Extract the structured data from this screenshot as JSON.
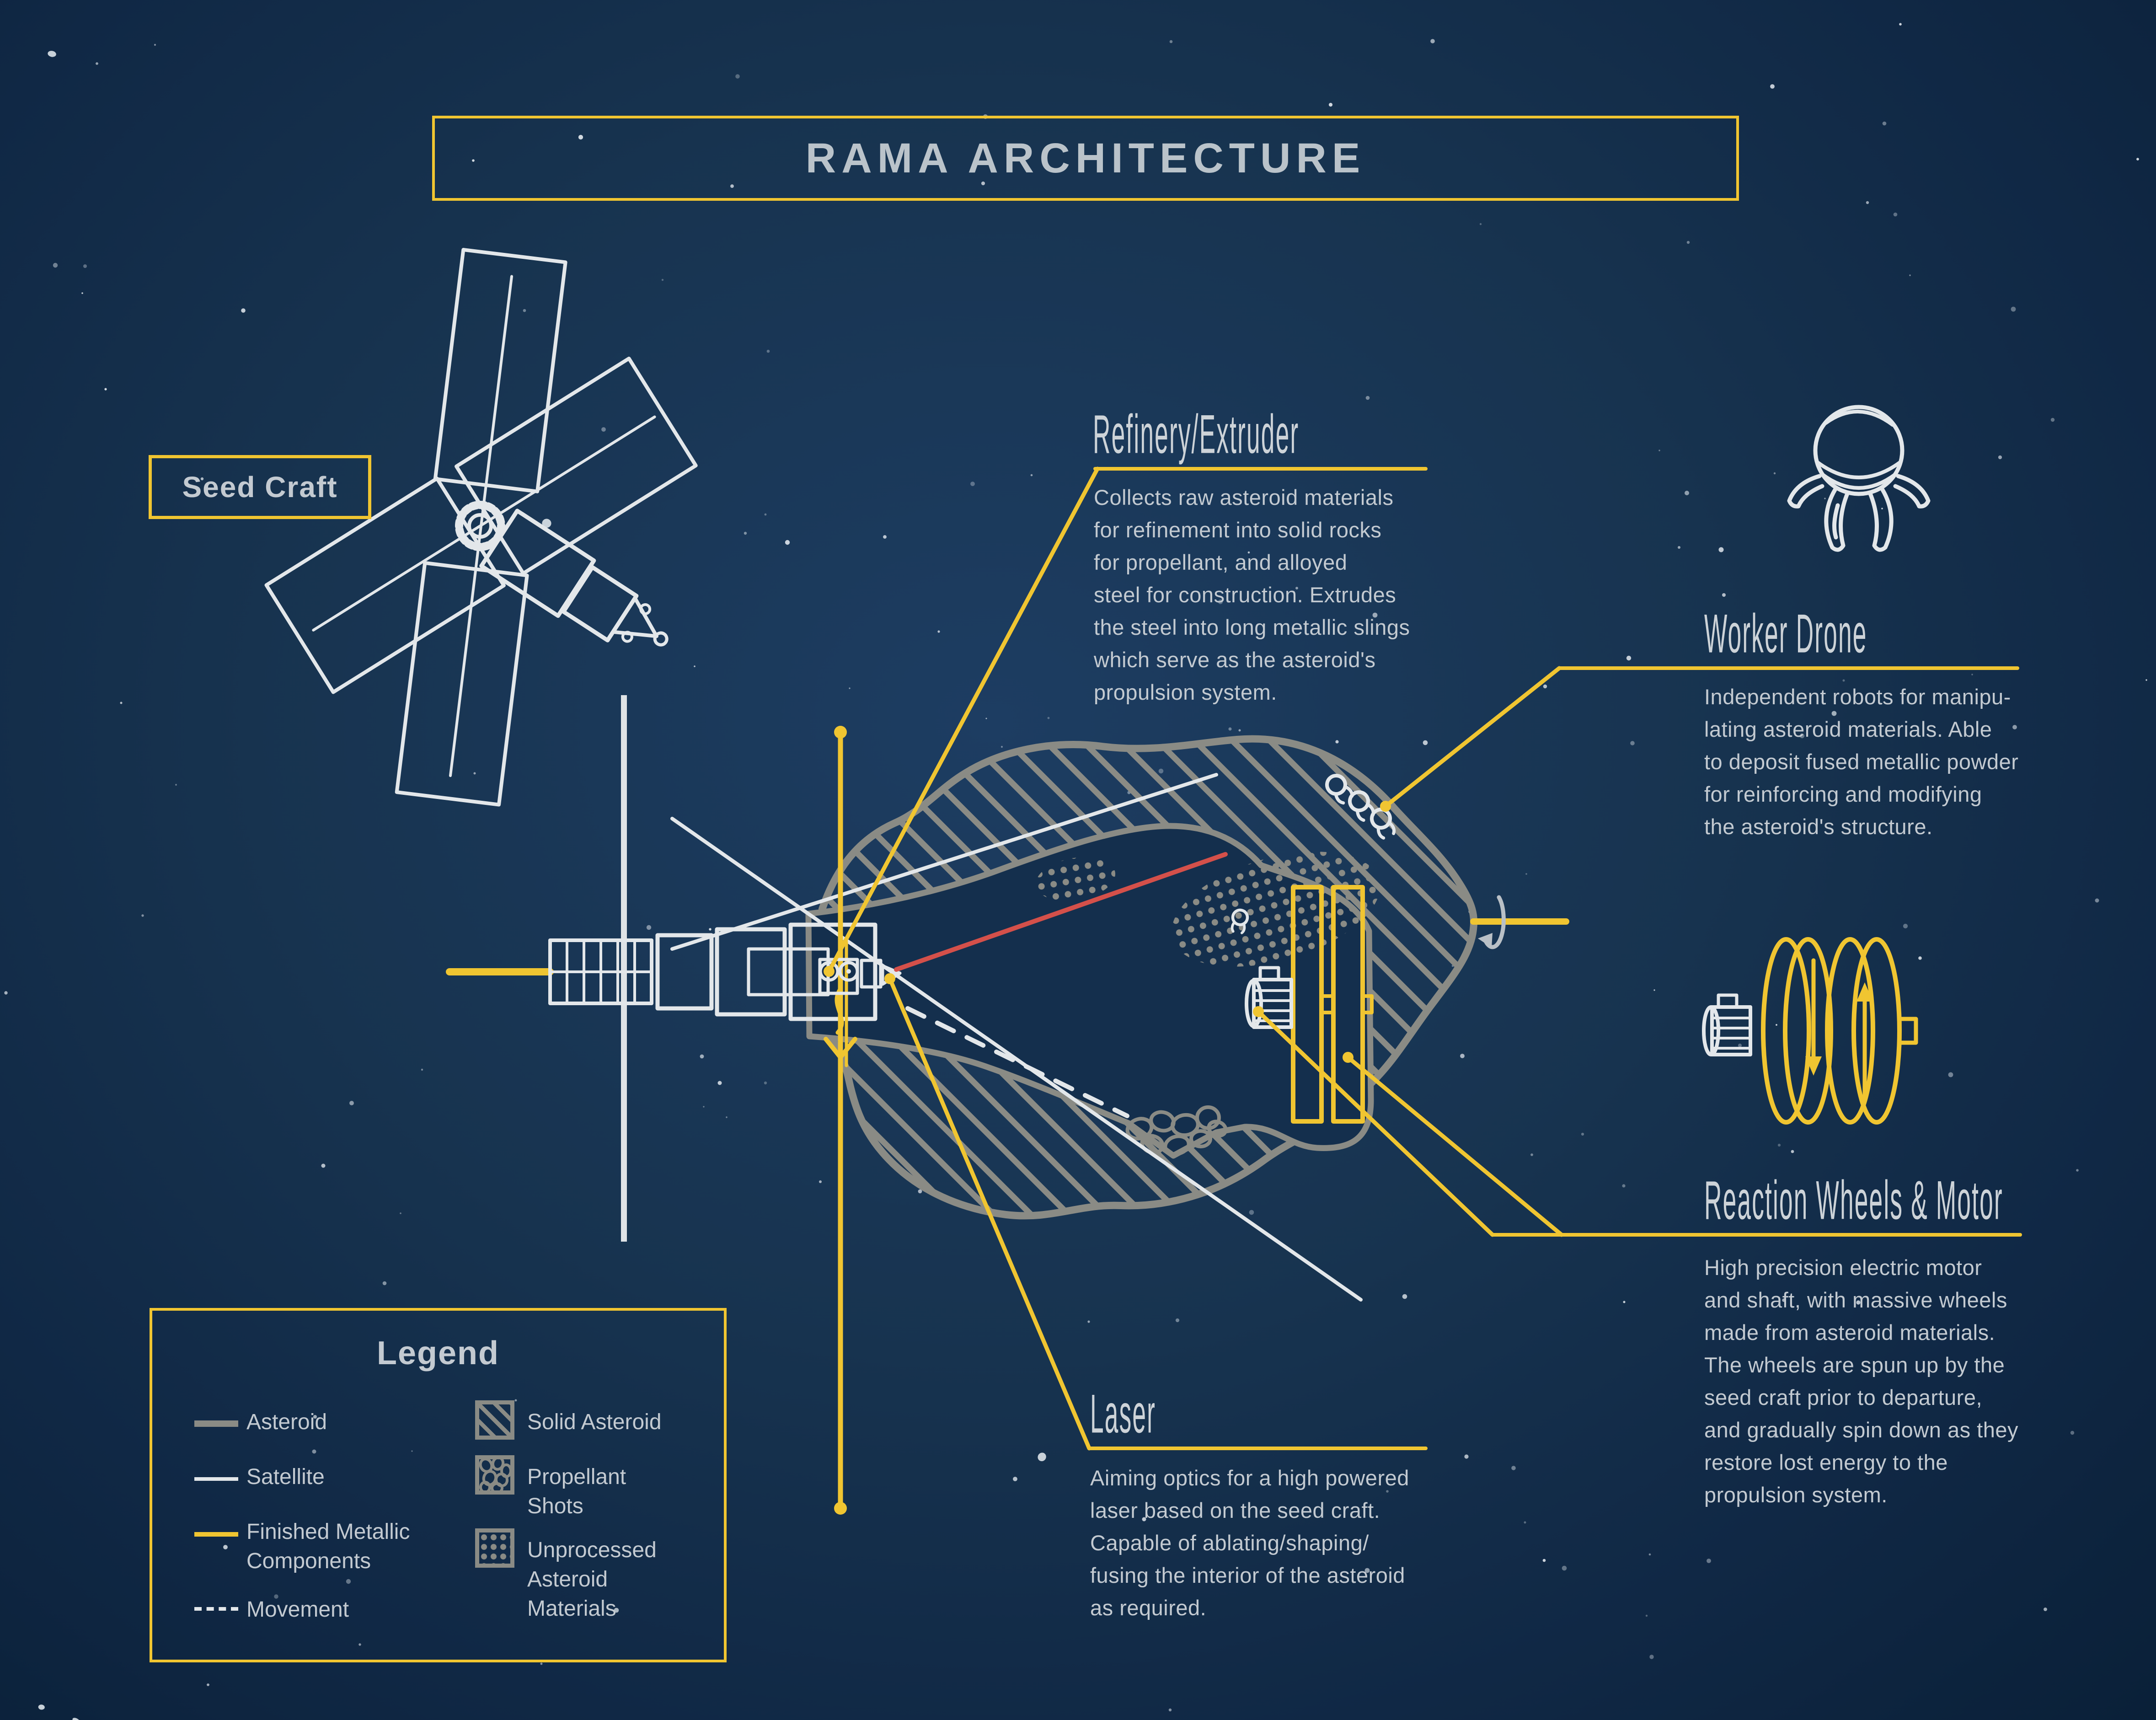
{
  "title": "RAMA ARCHITECTURE",
  "seed_craft_label": "Seed Craft",
  "callouts": {
    "refinery": {
      "heading": "Refinery/Extruder",
      "body": [
        "Collects raw asteroid materials",
        "for refinement into solid rocks",
        "for propellant, and alloyed",
        "steel for construction. Extrudes",
        "the steel into long metallic slings",
        "which serve as the asteroid's",
        "propulsion system."
      ]
    },
    "worker_drone": {
      "heading": "Worker Drone",
      "body": [
        "Independent robots for manipu-",
        "lating asteroid materials. Able",
        "to deposit fused metallic powder",
        "for reinforcing and modifying",
        "the asteroid's structure."
      ]
    },
    "reaction_wheels": {
      "heading": "Reaction Wheels & Motor",
      "body": [
        "High precision electric motor",
        "and shaft, with massive wheels",
        "made from asteroid materials.",
        "The wheels are spun up by the",
        "seed craft prior to departure,",
        "and gradually spin down as they",
        "restore lost energy to the",
        "propulsion system."
      ]
    },
    "laser": {
      "heading": "Laser",
      "body": [
        "Aiming optics for a high powered",
        "laser based on the seed craft.",
        "Capable of ablating/shaping/",
        "fusing the interior of the asteroid",
        "as required."
      ]
    }
  },
  "legend": {
    "title": "Legend",
    "items": [
      {
        "label": "Asteroid",
        "swatch": "asteroid-line"
      },
      {
        "label": "Satellite",
        "swatch": "satellite-line"
      },
      {
        "label": [
          "Finished Metallic",
          "Components"
        ],
        "swatch": "finished-metallic-line"
      },
      {
        "label": "Movement",
        "swatch": "movement-dashed-line"
      },
      {
        "label": "Solid Asteroid",
        "swatch": "solid-asteroid-hatch-square"
      },
      {
        "label": [
          "Propellant",
          "Shots"
        ],
        "swatch": "propellant-shots-square"
      },
      {
        "label": [
          "Unprocessed",
          "Asteroid",
          "Materials"
        ],
        "swatch": "unprocessed-materials-dots-square"
      }
    ]
  },
  "colors": {
    "bg": "#13304f",
    "bg-deep": "#081c30",
    "bg-cav": "#142f4d",
    "yellow": "#f0c531",
    "gray": "#8a8b85",
    "white": "#e3e7ea",
    "red": "#d4504a",
    "text": "#c3cad1",
    "heading": "#cdd3d8",
    "title": "#bac3ca",
    "rot": "#b9c0c6"
  }
}
